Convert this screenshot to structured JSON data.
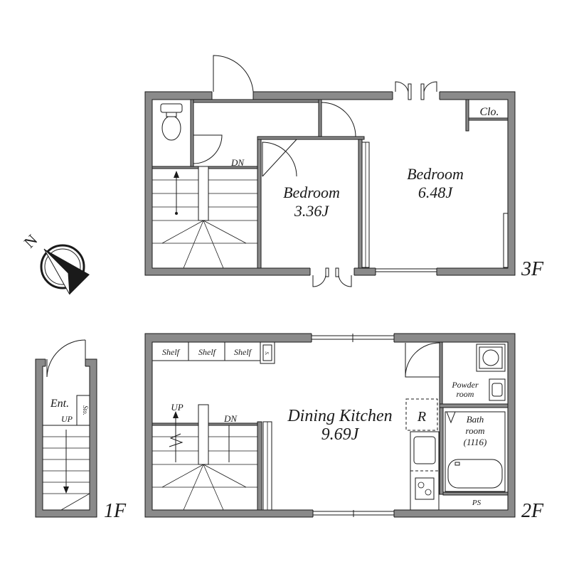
{
  "floors": {
    "f3": {
      "label": "3F",
      "rooms": {
        "bedroom_a_name": "Bedroom",
        "bedroom_a_size": "3.36J",
        "bedroom_b_name": "Bedroom",
        "bedroom_b_size": "6.48J",
        "closet": "Clo.",
        "stair_dn": "DN"
      }
    },
    "f2": {
      "label": "2F",
      "rooms": {
        "dk_name": "Dining Kitchen",
        "dk_size": "9.69J",
        "powder_line1": "Powder",
        "powder_line2": "room",
        "bath_line1": "Bath",
        "bath_line2": "room",
        "bath_line3": "(1116)",
        "ps": "PS",
        "fridge": "R",
        "shelf1": "Shelf",
        "shelf2": "Shelf",
        "shelf3": "Shelf",
        "shelf4": "S.",
        "stair_up": "UP",
        "stair_dn": "DN"
      }
    },
    "f1": {
      "label": "1F",
      "rooms": {
        "entrance": "Ent.",
        "storage": "Sto.",
        "stair_up": "UP"
      }
    }
  },
  "compass": {
    "north": "N"
  }
}
